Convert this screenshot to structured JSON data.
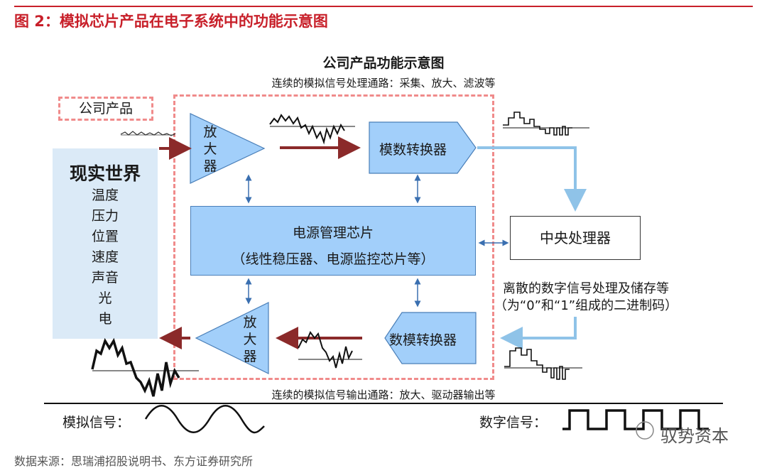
{
  "figure_title": "图 2：模拟芯片产品在电子系统中的功能示意图",
  "diagram": {
    "title": "公司产品功能示意图",
    "top_path_note": "连续的模拟信号处理通路：采集、放大、滤波等",
    "bottom_path_note": "连续的模拟信号输出通路：放大、驱动器输出等",
    "company_label": "公司产品",
    "real_world": {
      "title": "现实世界",
      "items": [
        "温度",
        "压力",
        "位置",
        "速度",
        "声音",
        "光",
        "电"
      ]
    },
    "amplifier_in": [
      "放",
      "大",
      "器"
    ],
    "amplifier_out": [
      "放",
      "大",
      "器"
    ],
    "adc_label": "模数转换器",
    "dac_label": "数模转换器",
    "power_chip": {
      "line1": "电源管理芯片",
      "line2": "（线性稳压器、电源监控芯片等）"
    },
    "cpu_label": "中央处理器",
    "digital_note_1": "离散的数字信号处理及储存等",
    "digital_note_2": "（为“0”和“1”组成的二进制码）"
  },
  "legend": {
    "analog_label": "模拟信号：",
    "digital_label": "数字信号："
  },
  "source": "数据来源：思瑞浦招股说明书、东方证券研究所",
  "watermark": "驭势资本",
  "colors": {
    "title_red": "#c8202a",
    "dashed_pink": "#f08b8b",
    "block_blue": "#a2cffa",
    "dark_red_arrow": "#8b2a2a",
    "light_blue_arrow": "#8fc3e8"
  }
}
